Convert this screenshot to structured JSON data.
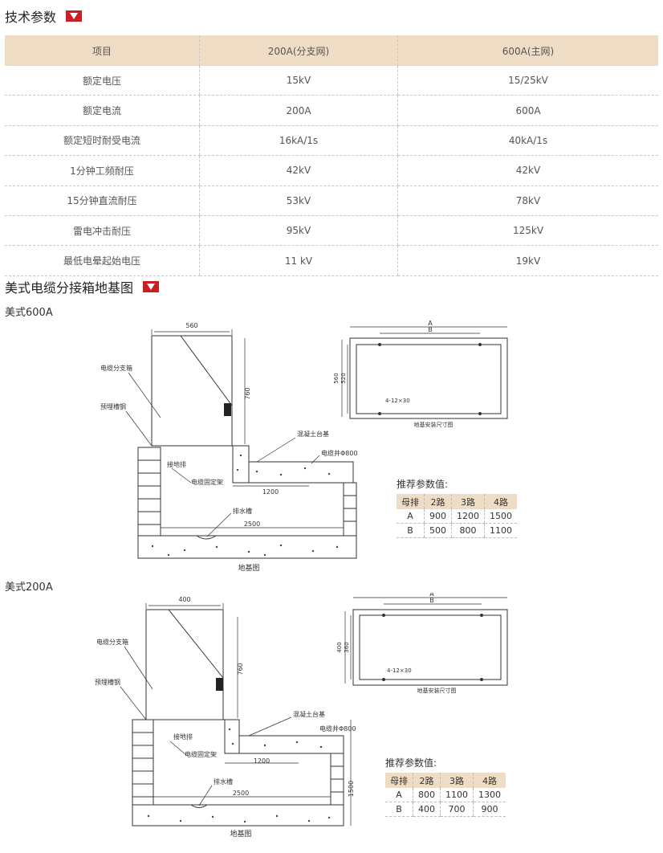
{
  "section1": {
    "title": "技术参数"
  },
  "spec": {
    "headers": [
      "项目",
      "200A(分支网)",
      "600A(主网)"
    ],
    "rows": [
      [
        "额定电压",
        "15kV",
        "15/25kV"
      ],
      [
        "额定电流",
        "200A",
        "600A"
      ],
      [
        "额定短时耐受电流",
        "16kA/1s",
        "40kA/1s"
      ],
      [
        "1分钟工频耐压",
        "42kV",
        "42kV"
      ],
      [
        "15分钟直流耐压",
        "53kV",
        "78kV"
      ],
      [
        "雷电冲击耐压",
        "95kV",
        "125kV"
      ],
      [
        "最低电晕起始电压",
        "11 kV",
        "19kV"
      ]
    ]
  },
  "section2": {
    "title": "美式电缆分接箱地基图"
  },
  "d600": {
    "label": "美式600A",
    "dim_width": "560",
    "dim_height": "760",
    "dim_1200": "1200",
    "dim_2500": "2500",
    "lbl_box": "电缆分支箱",
    "lbl_channel": "预埋槽钢",
    "lbl_concrete": "混凝土台基",
    "lbl_well": "电缆井Φ800",
    "lbl_ground": "接地排",
    "lbl_fix": "电缆固定架",
    "lbl_drain": "排水槽",
    "caption": "地基图",
    "plan": {
      "A": "A",
      "B": "B",
      "dim1": "560",
      "dim2": "520",
      "hole": "4-12×30",
      "caption": "地基安装尺寸图"
    },
    "rec": {
      "caption": "推荐参数值:",
      "headers": [
        "母排",
        "2路",
        "3路",
        "4路"
      ],
      "rows": [
        [
          "A",
          "900",
          "1200",
          "1500"
        ],
        [
          "B",
          "500",
          "800",
          "1100"
        ]
      ]
    }
  },
  "d200": {
    "label": "美式200A",
    "dim_width": "400",
    "dim_height": "760",
    "dim_1200": "1200",
    "dim_2500": "2500",
    "dim_side": "1500",
    "lbl_box": "电缆分支箱",
    "lbl_channel": "预埋槽钢",
    "lbl_concrete": "混凝土台基",
    "lbl_well": "电缆井Φ800",
    "lbl_ground": "接地排",
    "lbl_fix": "电缆固定架",
    "lbl_drain": "排水槽",
    "caption": "地基图",
    "plan": {
      "A": "A",
      "B": "B",
      "dim1": "400",
      "dim2": "360",
      "hole": "4-12×30",
      "caption": "地基安装尺寸图"
    },
    "rec": {
      "caption": "推荐参数值:",
      "headers": [
        "母排",
        "2路",
        "3路",
        "4路"
      ],
      "rows": [
        [
          "A",
          "800",
          "1100",
          "1300"
        ],
        [
          "B",
          "400",
          "700",
          "900"
        ]
      ]
    }
  },
  "icons": {
    "section_marker": "triangle-down-icon"
  }
}
